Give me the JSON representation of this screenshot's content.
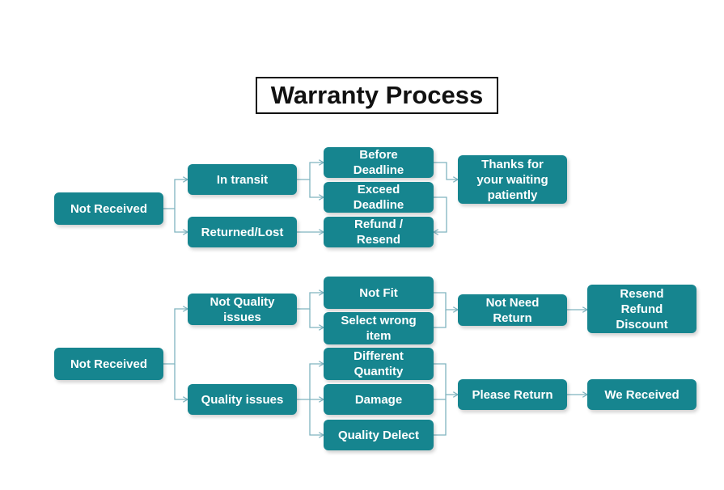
{
  "title": "Warranty Process",
  "colors": {
    "node": "#16858f",
    "connector": "#7fb3bf",
    "title_border": "#111111"
  },
  "flow1": {
    "root": "Not Received",
    "in_transit": "In transit",
    "returned_lost": "Returned/Lost",
    "before_deadline": "Before\nDeadline",
    "exceed_deadline": "Exceed\nDeadline",
    "refund_resend": "Refund /\nResend",
    "thanks": "Thanks for\nyour waiting\npatiently"
  },
  "flow2": {
    "root": "Not Received",
    "not_quality": "Not Quality\nissues",
    "quality": "Quality issues",
    "not_fit": "Not Fit",
    "select_wrong": "Select wrong\nitem",
    "different_qty": "Different\nQuantity",
    "damage": "Damage",
    "quality_defect": "Quality Delect",
    "not_need_return": "Not Need\nReturn",
    "please_return": "Please Return",
    "resend_refund_discount": "Resend\nRefund\nDiscount",
    "we_received": "We Received"
  }
}
